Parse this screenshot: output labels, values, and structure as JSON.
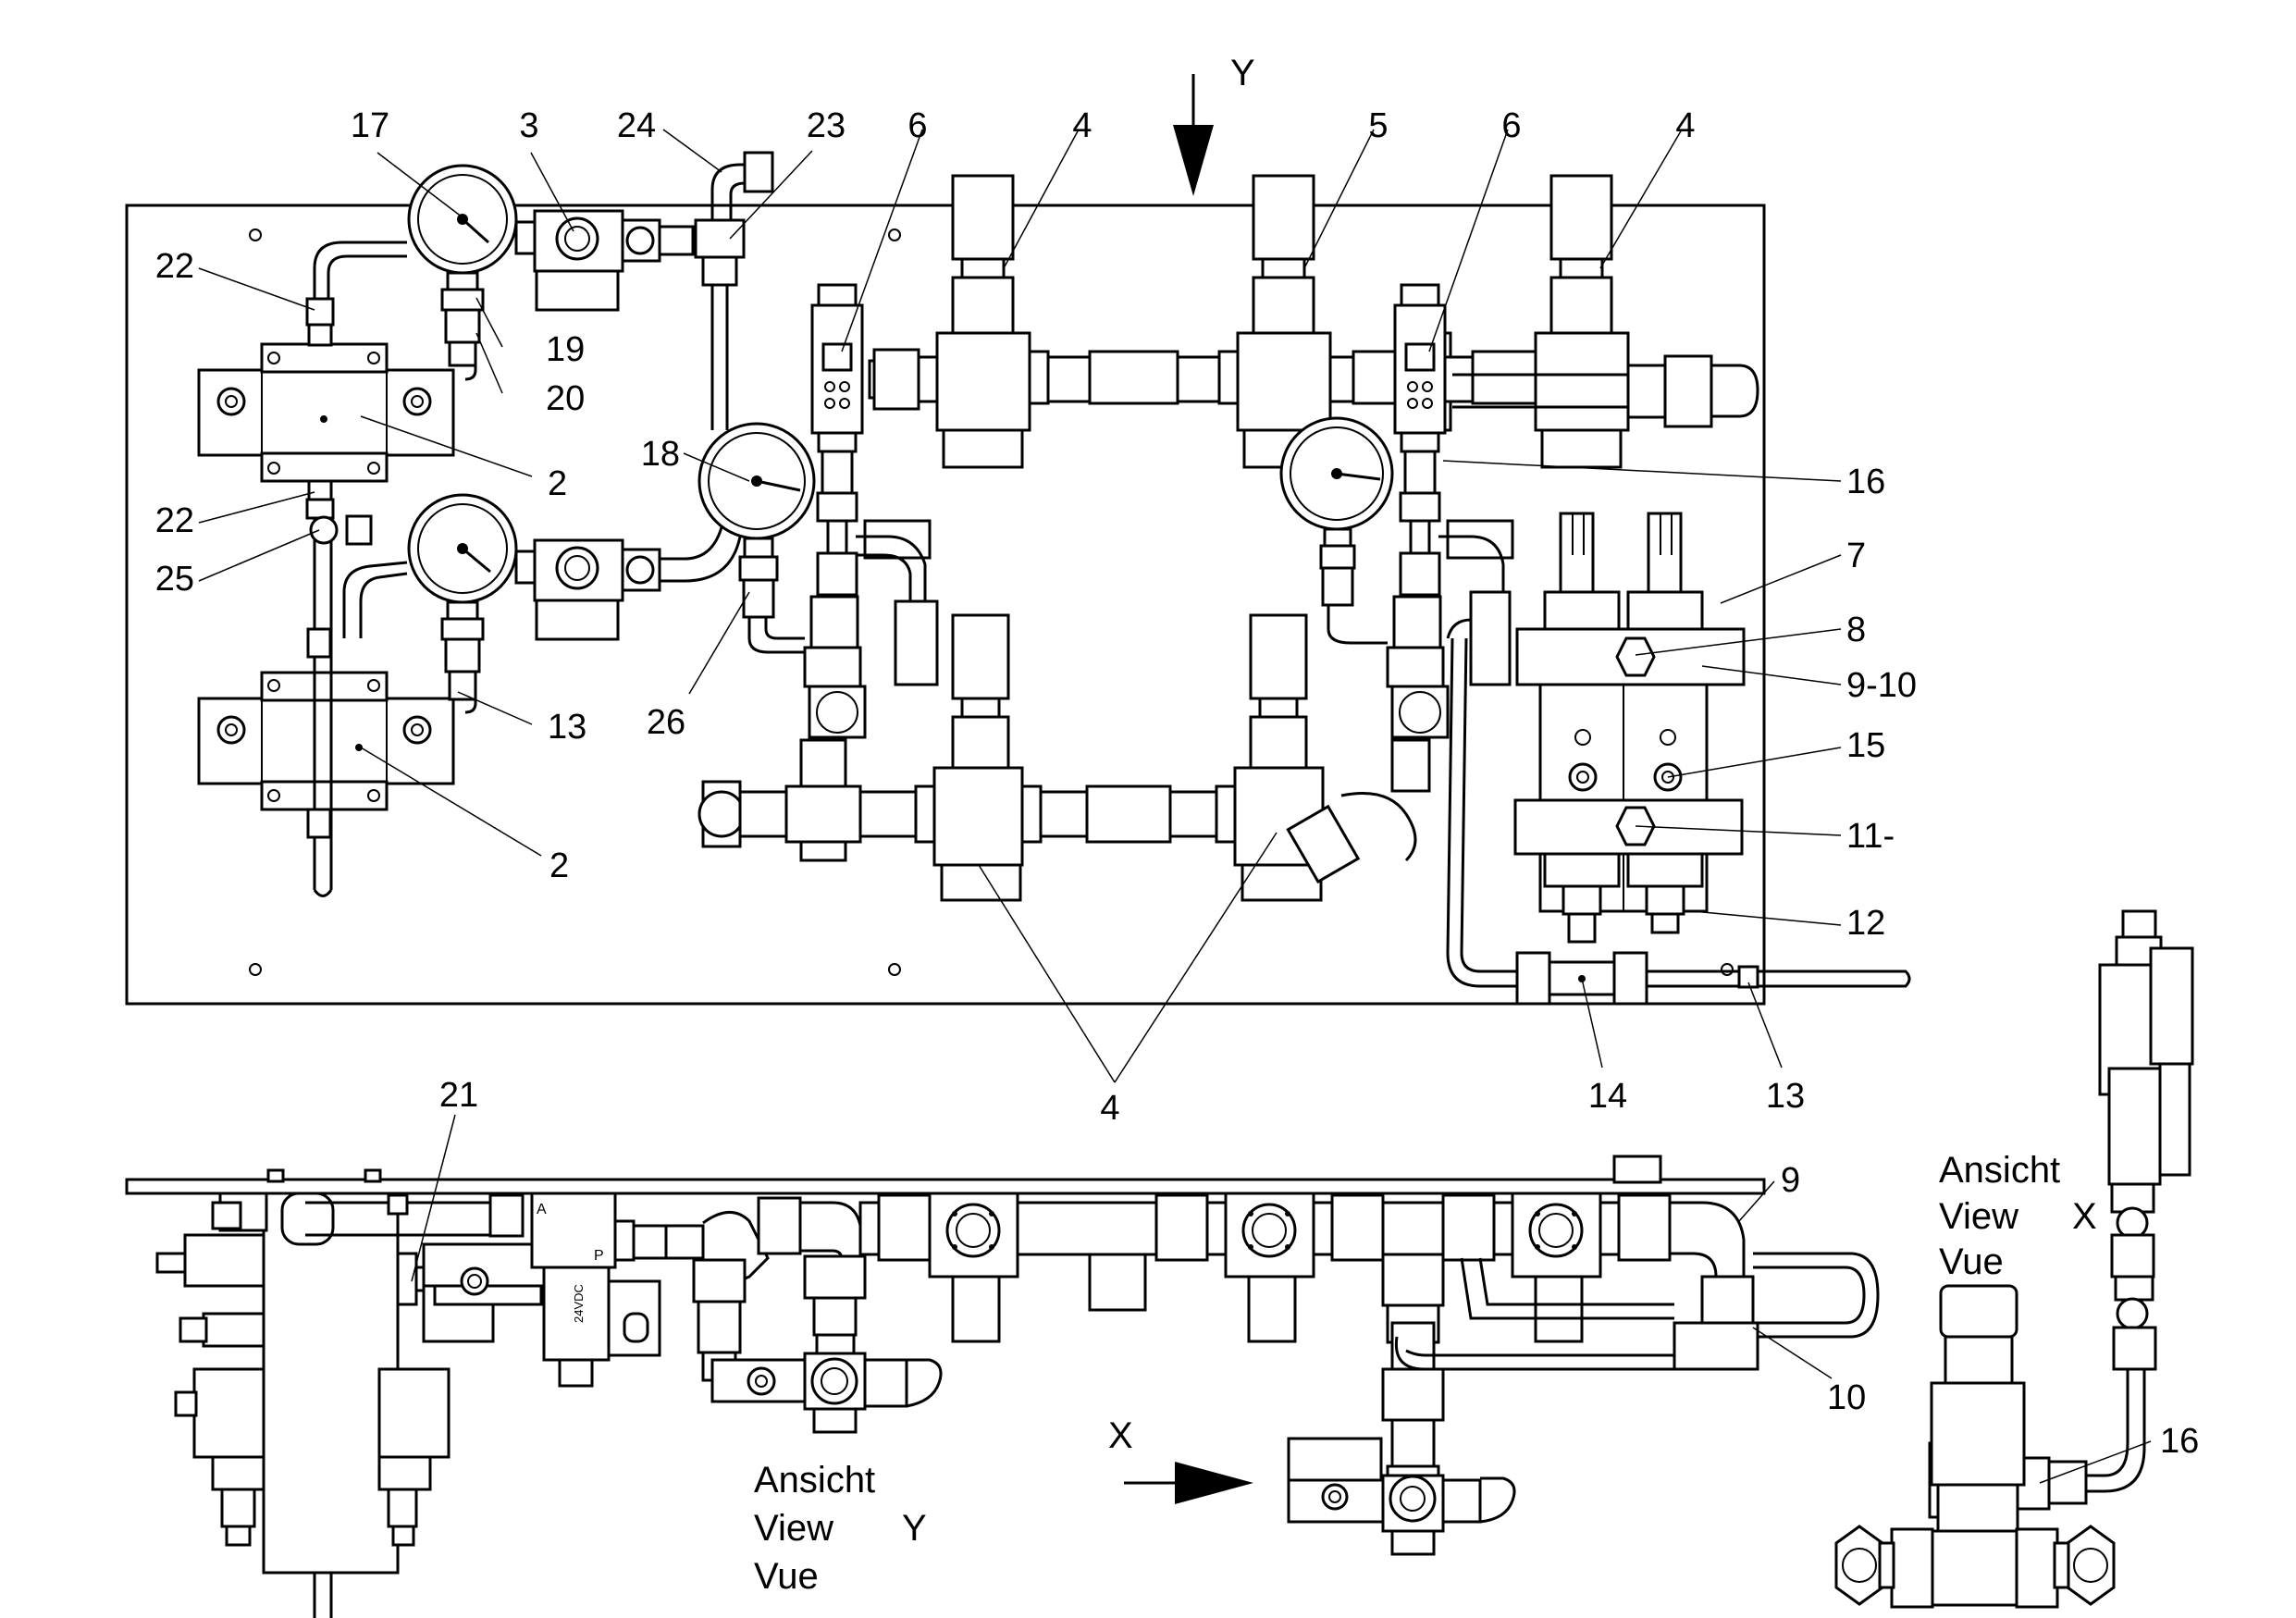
{
  "callouts": {
    "c17": "17",
    "c3": "3",
    "c24": "24",
    "c23": "23",
    "c6a": "6",
    "c4a": "4",
    "c5": "5",
    "c6b": "6",
    "c4b": "4",
    "c22a": "22",
    "c19": "19",
    "c20": "20",
    "c2a": "2",
    "c22b": "22",
    "c25": "25",
    "c18": "18",
    "c16a": "16",
    "c7": "7",
    "c8": "8",
    "c910": "9-10",
    "c26": "26",
    "c13a": "13",
    "c15": "15",
    "c11": "11-",
    "c2b": "2",
    "c12": "12",
    "c14": "14",
    "c13b": "13",
    "c4c": "4",
    "c21": "21",
    "c9": "9",
    "c10": "10",
    "c16b": "16"
  },
  "arrows": {
    "y": "Y",
    "x": "X"
  },
  "view_y": {
    "line1": "Ansicht",
    "line2": "View",
    "line3": "Vue",
    "letter": "Y"
  },
  "view_x": {
    "line1": "Ansicht",
    "line2": "View",
    "line3": "Vue",
    "letter": "X"
  },
  "valve_ports": {
    "a": "A",
    "p": "P",
    "coil": "24VDC"
  }
}
